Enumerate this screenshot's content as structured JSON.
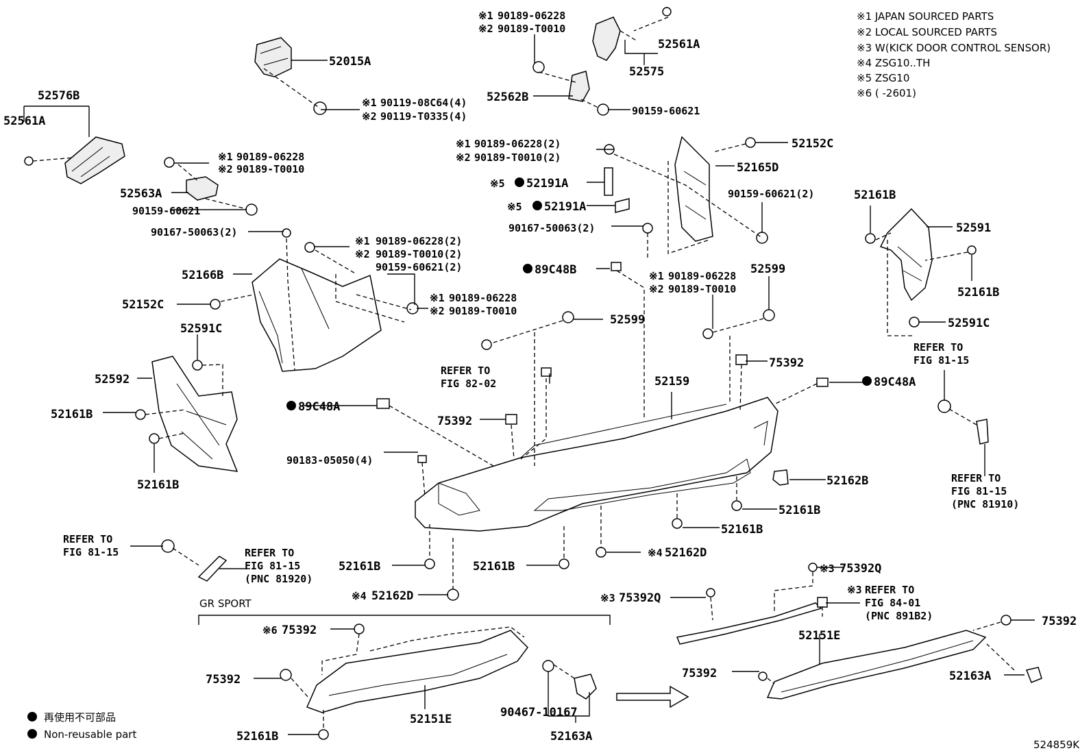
{
  "legend": {
    "notes": [
      "※1 JAPAN SOURCED PARTS",
      "※2 LOCAL SOURCED PARTS",
      "※3 W(KICK DOOR CONTROL SENSOR)",
      "※4 ZSG10..TH",
      "※5 ZSG10",
      "※6 (       -2601)"
    ],
    "non_reusable_jp": "再使用不可部品",
    "non_reusable_en": "Non-reusable part"
  },
  "section": {
    "gr_sport": "GR SPORT"
  },
  "diagram_id": "524859K",
  "callouts": {
    "p_52015A": "52015A",
    "p_52576B": "52576B",
    "p_52561A_l": "52561A",
    "p_52561A_r": "52561A",
    "p_52575": "52575",
    "p_52562B": "52562B",
    "p_52563A": "52563A",
    "p_52166B": "52166B",
    "p_52152C_l": "52152C",
    "p_52152C_r": "52152C",
    "p_52591C_l": "52591C",
    "p_52591C_r": "52591C",
    "p_52592": "52592",
    "p_52161B_1": "52161B",
    "p_52161B_2": "52161B",
    "p_52161B_3": "52161B",
    "p_52161B_4": "52161B",
    "p_52161B_5": "52161B",
    "p_52161B_6": "52161B",
    "p_52161B_7": "52161B",
    "p_52161B_8": "52161B",
    "p_52161B_9": "52161B",
    "p_52165D": "52165D",
    "p_52191A_1": "52191A",
    "p_52191A_2": "52191A",
    "p_52591": "52591",
    "p_89C48B": "89C48B",
    "p_89C48A_l": "89C48A",
    "p_89C48A_r": "89C48A",
    "p_52599_l": "52599",
    "p_52599_r": "52599",
    "p_75392_1": "75392",
    "p_75392_2": "75392",
    "p_75392_3": "75392",
    "p_75392_4": "75392",
    "p_75392_5": "75392",
    "p_75392_6": "75392",
    "p_52159": "52159",
    "p_52162B": "52162B",
    "p_52162D_r": "52162D",
    "p_52162D_l": "52162D",
    "p_75392Q_1": "75392Q",
    "p_75392Q_2": "75392Q",
    "p_52151E_r": "52151E",
    "p_52151E_l": "52151E",
    "p_52163A_r": "52163A",
    "p_52163A_l": "52163A",
    "p_90467": "90467-10167",
    "p_90183": "90183-05050(4)"
  },
  "alt_callouts": {
    "a1_j": "90189-06228",
    "a1_l": "90189-T0010",
    "a2_j": "90119-08C64(4)",
    "a2_l": "90119-T0335(4)",
    "a2_bolt": "90159-60621",
    "a3_j": "90189-06228",
    "a3_l": "90189-T0010",
    "a3_bolt": "90159-60621",
    "a4_j": "90189-06228(2)",
    "a4_l": "90189-T0010(2)",
    "a4_bolt": "90159-60621(2)",
    "a5_j": "90189-06228(2)",
    "a5_l": "90189-T0010(2)",
    "a5_bolt": "90159-60621(2)",
    "a5_scr": "90167-50063(2)",
    "a6_j": "90189-06228",
    "a6_l": "90189-T0010",
    "a7_scr": "90167-50063(2)",
    "a8_j": "90189-06228",
    "a8_l": "90189-T0010"
  },
  "refs": {
    "r1_a": "REFER TO",
    "r1_b": "FIG 82-02",
    "r2_a": "REFER TO",
    "r2_b": "FIG 81-15",
    "r3_a": "REFER TO",
    "r3_b": "FIG 81-15",
    "r3_c": "(PNC 81910)",
    "r4_a": "REFER TO",
    "r4_b": "FIG 81-15",
    "r5_a": "REFER TO",
    "r5_b": "FIG 81-15",
    "r5_c": "(PNC 81920)",
    "r6_a": "REFER TO",
    "r6_b": "FIG 84-01",
    "r6_c": "(PNC 891B2)"
  },
  "markers": {
    "m1": "※1",
    "m2": "※2",
    "m3": "※3",
    "m4": "※4",
    "m5": "※5",
    "m6": "※6"
  }
}
